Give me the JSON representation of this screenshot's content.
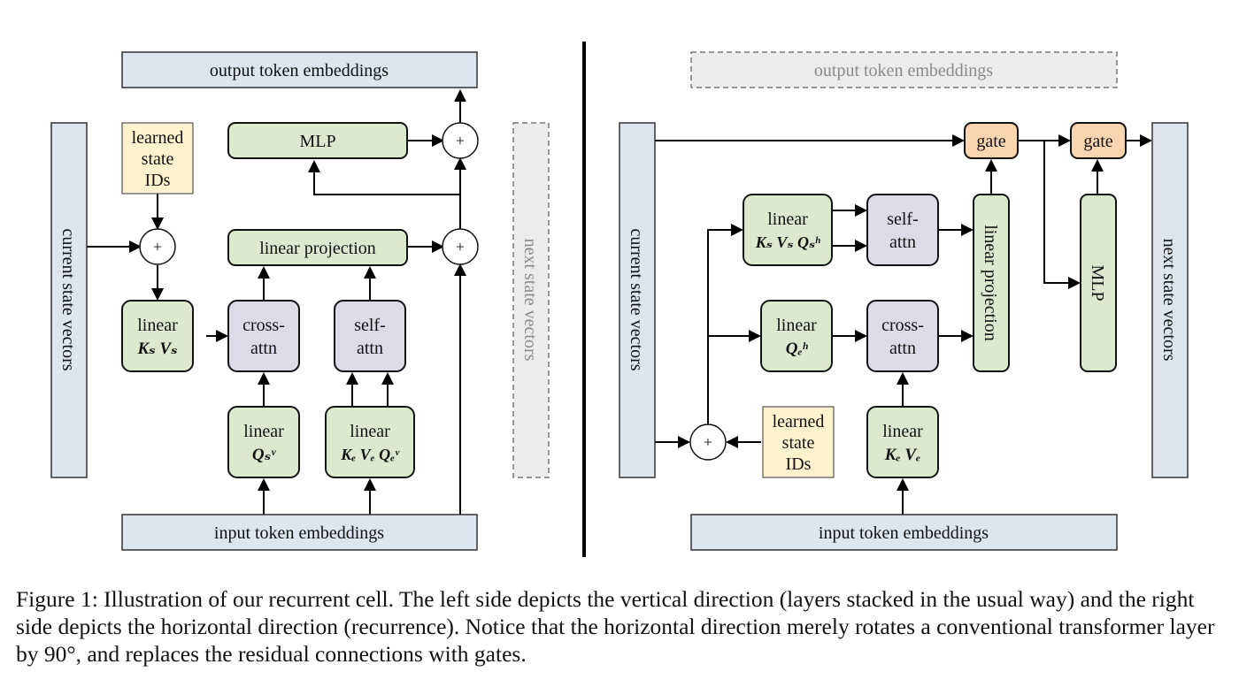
{
  "left": {
    "output": "output token embeddings",
    "input": "input token embeddings",
    "current_state": "current state vectors",
    "next_state": "next state vectors",
    "learned_ids": [
      "learned",
      "state",
      "IDs"
    ],
    "mlp": "MLP",
    "linear_projection": "linear projection",
    "linear_ks_vs": {
      "title": "linear",
      "sub": "Kₛ Vₛ"
    },
    "cross_attn": [
      "cross-",
      "attn"
    ],
    "self_attn": [
      "self-",
      "attn"
    ],
    "linear_qs": {
      "title": "linear",
      "sub": "Qₛᵛ"
    },
    "linear_ke_ve_qe": {
      "title": "linear",
      "sub": "Kₑ Vₑ Qₑᵛ"
    },
    "plus": "+"
  },
  "right": {
    "output": "output token embeddings",
    "input": "input token embeddings",
    "current_state": "current state vectors",
    "next_state": "next state vectors",
    "learned_ids": [
      "learned",
      "state",
      "IDs"
    ],
    "gate1": "gate",
    "gate2": "gate",
    "mlp": "MLP",
    "linear_projection": "linear projection",
    "linear_ks_vs_qs": {
      "title": "linear",
      "sub": "Kₛ Vₛ Qₛʰ"
    },
    "self_attn": [
      "self-",
      "attn"
    ],
    "linear_qe": {
      "title": "linear",
      "sub": "Qₑʰ"
    },
    "cross_attn": [
      "cross-",
      "attn"
    ],
    "linear_ke_ve": {
      "title": "linear",
      "sub": "Kₑ Vₑ"
    },
    "plus": "+"
  },
  "caption": "Figure 1: Illustration of our recurrent cell. The left side depicts the vertical direction (layers stacked in the usual way) and the right side depicts the horizontal direction (recurrence). Notice that the horizontal direction merely rotates a conventional transformer layer by 90°, and replaces the residual connections with gates.",
  "colors": {
    "embed": "#dde5ef",
    "green": "#dde9cf",
    "purple": "#dcdce9",
    "yellow": "#fff2cc",
    "orange": "#fbd5b0",
    "dashed_fill": "#ececec"
  }
}
